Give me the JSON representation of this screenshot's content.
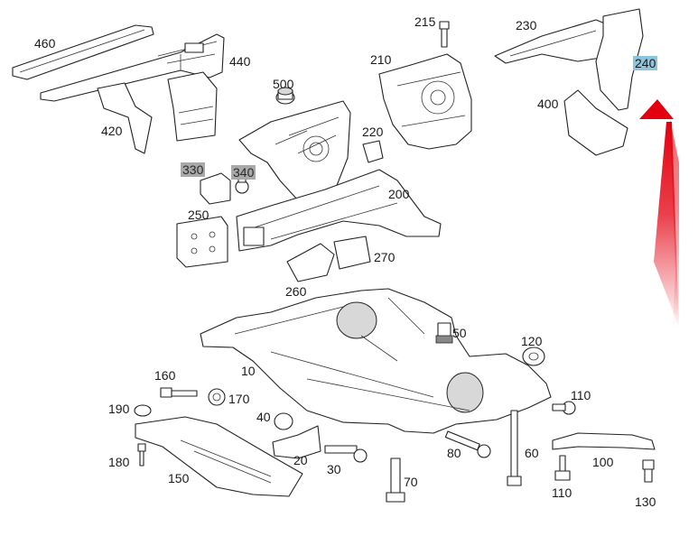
{
  "colors": {
    "highlight_gray": "#a9a9a9",
    "highlight_blue": "#8fc4de",
    "arrow": "#e3000f"
  },
  "callouts": {
    "c460": "460",
    "c440": "440",
    "c420": "420",
    "c500": "500",
    "c215": "215",
    "c210": "210",
    "c230": "230",
    "c240": "240",
    "c400": "400",
    "c330": "330",
    "c340": "340",
    "c220": "220",
    "c200": "200",
    "c250": "250",
    "c270": "270",
    "c260": "260",
    "c50": "50",
    "c120": "120",
    "c10": "10",
    "c160": "160",
    "c170": "170",
    "c190": "190",
    "c110a": "110",
    "c40": "40",
    "c80": "80",
    "c60": "60",
    "c180": "180",
    "c20": "20",
    "c30": "30",
    "c100": "100",
    "c150": "150",
    "c70": "70",
    "c110b": "110",
    "c130": "130"
  },
  "highlighted": [
    "330",
    "340",
    "240"
  ],
  "pointer": "red-arrow-to-240"
}
